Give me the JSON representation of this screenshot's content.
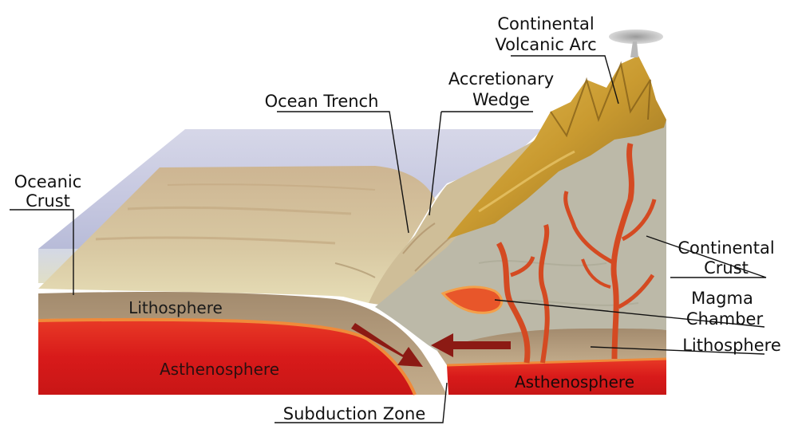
{
  "labels": {
    "continental_volcanic_arc": [
      "Continental",
      "Volcanic Arc"
    ],
    "accretionary_wedge": [
      "Accretionary",
      "Wedge"
    ],
    "ocean_trench": "Ocean Trench",
    "oceanic_crust": [
      "Oceanic",
      "Crust"
    ],
    "continental_crust": [
      "Continental",
      "Crust"
    ],
    "magma_chamber": [
      "Magma",
      "Chamber"
    ],
    "lithosphere_right": "Lithosphere",
    "lithosphere_left": "Lithosphere",
    "asthenosphere_left": "Asthenosphere",
    "asthenosphere_right": "Asthenosphere",
    "subduction_zone": "Subduction Zone"
  },
  "colors": {
    "ocean_water": "#b9bdd8",
    "sea_floor": "#d2c39c",
    "continental_crust": "#b9b6a4",
    "mountain": "#c89a32",
    "lithosphere": "#b09a7c",
    "asthenosphere": "#dc2020",
    "magma": "#e2542a",
    "arrow": "#8c1a14"
  }
}
